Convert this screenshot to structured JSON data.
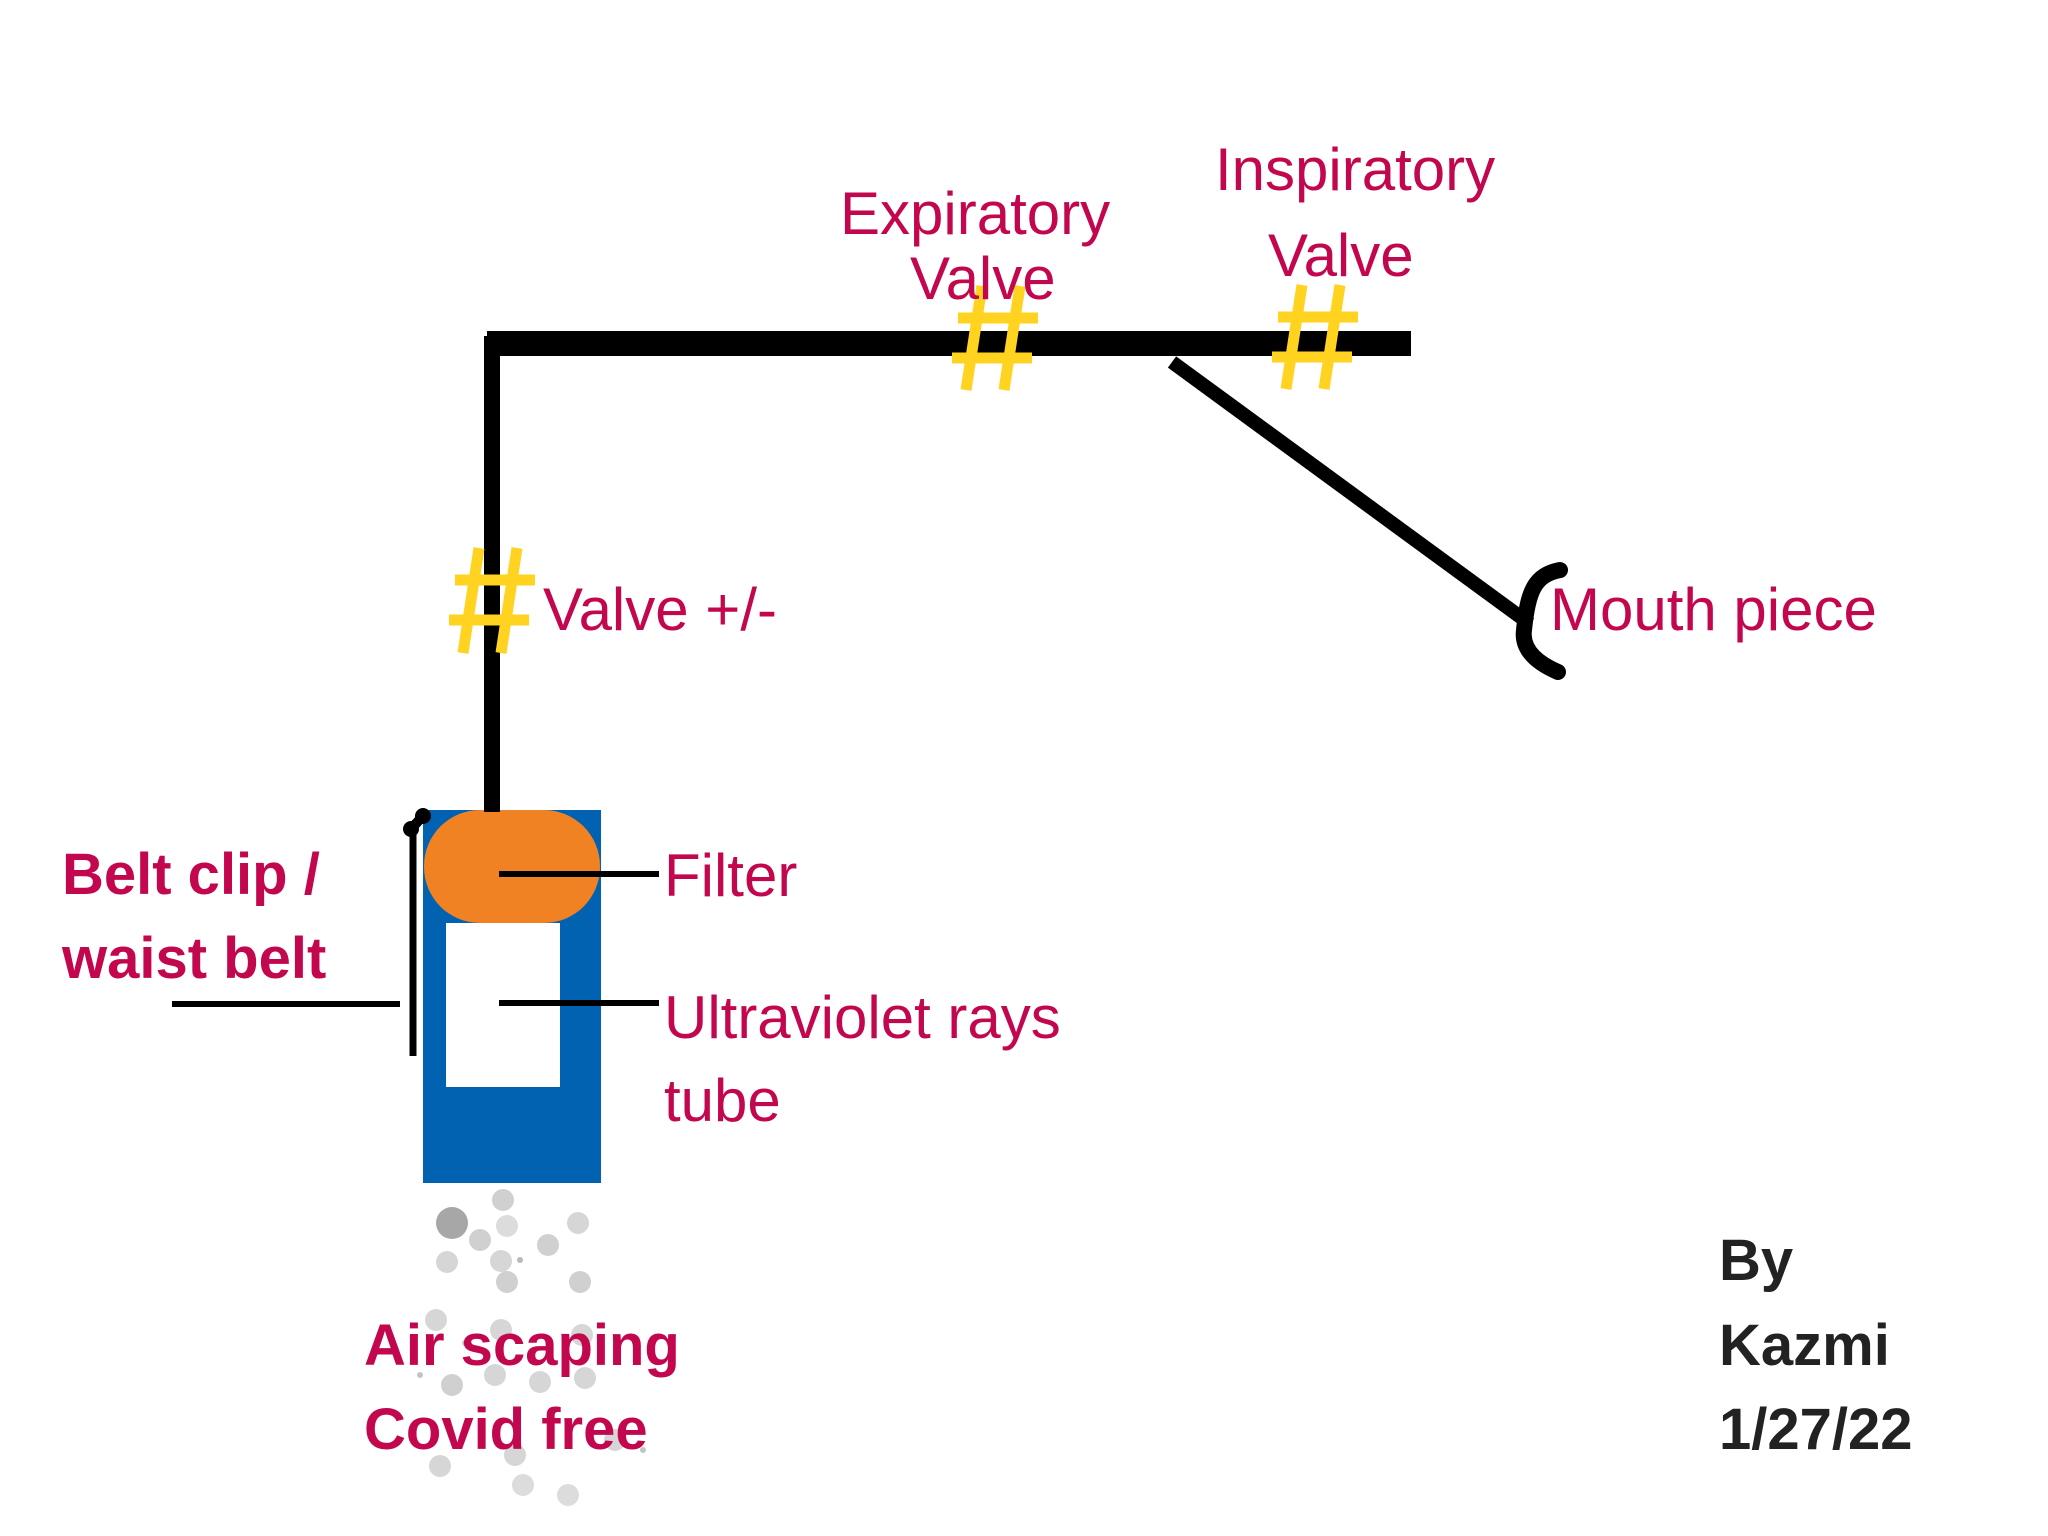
{
  "diagram": {
    "title": "Portable ventilator with UV air sterilizer",
    "colors": {
      "label": "#C2074F",
      "credit": "#222222",
      "pipe": "#000000",
      "valve_mark": "#FFD320",
      "housing": "#0062B0",
      "filter": "#F08223",
      "uv_tube": "#FFFFFF",
      "particles": "#9A9A9A"
    },
    "valve_symbol": "#",
    "labels": {
      "expiratory_valve": [
        "Expiratory",
        "Valve"
      ],
      "inspiratory_valve": [
        "Inspiratory",
        "Valve"
      ],
      "valve_adjust": "Valve +/-",
      "mouth_piece": "Mouth piece",
      "filter": "Filter",
      "uv_tube": [
        "Ultraviolet rays",
        "tube"
      ],
      "belt_clip": [
        "Belt clip /",
        "waist belt"
      ],
      "air_output": [
        "Air scaping",
        "Covid free"
      ]
    },
    "credit": [
      "By",
      "Kazmi",
      "1/27/22"
    ]
  }
}
